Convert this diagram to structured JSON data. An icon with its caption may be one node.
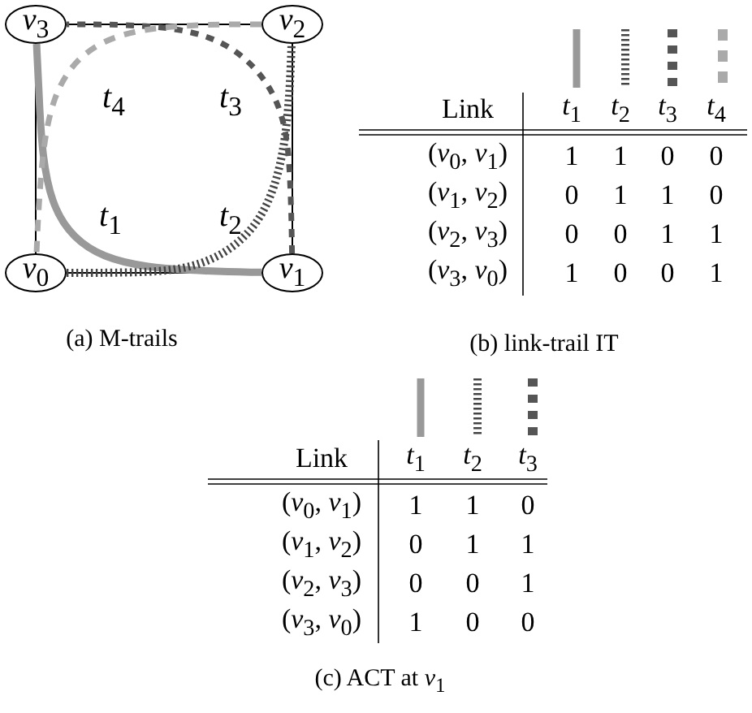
{
  "diagram": {
    "nodes": [
      {
        "text": [
          "*v*$_{3}$"
        ]
      },
      {
        "text": [
          "*v*$_{2}$"
        ]
      },
      {
        "text": [
          "*v*$_{0}$"
        ]
      },
      {
        "text": [
          "*v*$_{1}$"
        ]
      }
    ],
    "edges": [
      {
        "from": 2,
        "to": 3,
        "arrow": "none"
      },
      {
        "from": 3,
        "to": 1,
        "arrow": "none"
      },
      {
        "from": 1,
        "to": 0,
        "arrow": "none"
      },
      {
        "from": 0,
        "to": 2,
        "arrow": "none"
      },
      {
        "from": 0,
        "to": 3,
        "arrow": "none",
        "style": "thick",
        "color": "#999999"
      },
      {
        "from": 2,
        "to": 1,
        "arrow": "none",
        "style": "dashed",
        "color": "#444444"
      },
      {
        "from": 3,
        "to": 0,
        "arrow": "none",
        "style": "dashed",
        "color": "#555555"
      },
      {
        "from": 1,
        "to": 2,
        "arrow": "none",
        "style": "dashed",
        "color": "#aaaaaa"
      }
    ],
    "labels": [
      "*t*$_{4}$",
      "*t*$_{3}$",
      "*t*$_{1}$",
      "*t*$_{2}$",
      "(a) M-trails",
      "Link",
      "*t*$_{1}$",
      "*t*$_{2}$",
      "*t*$_{3}$",
      "*t*$_{4}$",
      "(*v*$_{0}$, *v*$_{1}$)",
      "1",
      "1",
      "0",
      "0",
      "(*v*$_{1}$, *v*$_{2}$)",
      "0",
      "1",
      "1",
      "0",
      "(*v*$_{2}$, *v*$_{3}$)",
      "0",
      "0",
      "1",
      "1",
      "(*v*$_{3}$, *v*$_{0}$)",
      "1",
      "0",
      "0",
      "1",
      "(b) link-trail IT",
      "Link",
      "*t*$_{1}$",
      "*t*$_{2}$",
      "*t*$_{3}$",
      "(*v*$_{0}$, *v*$_{1}$)",
      "1",
      "1",
      "0",
      "(*v*$_{1}$, *v*$_{2}$)",
      "0",
      "1",
      "1",
      "(*v*$_{2}$, *v*$_{3}$)",
      "0",
      "0",
      "1",
      "(*v*$_{3}$, *v*$_{0}$)",
      "1",
      "0",
      "0",
      "(c) ACT at *v*$_{1}$"
    ]
  }
}
